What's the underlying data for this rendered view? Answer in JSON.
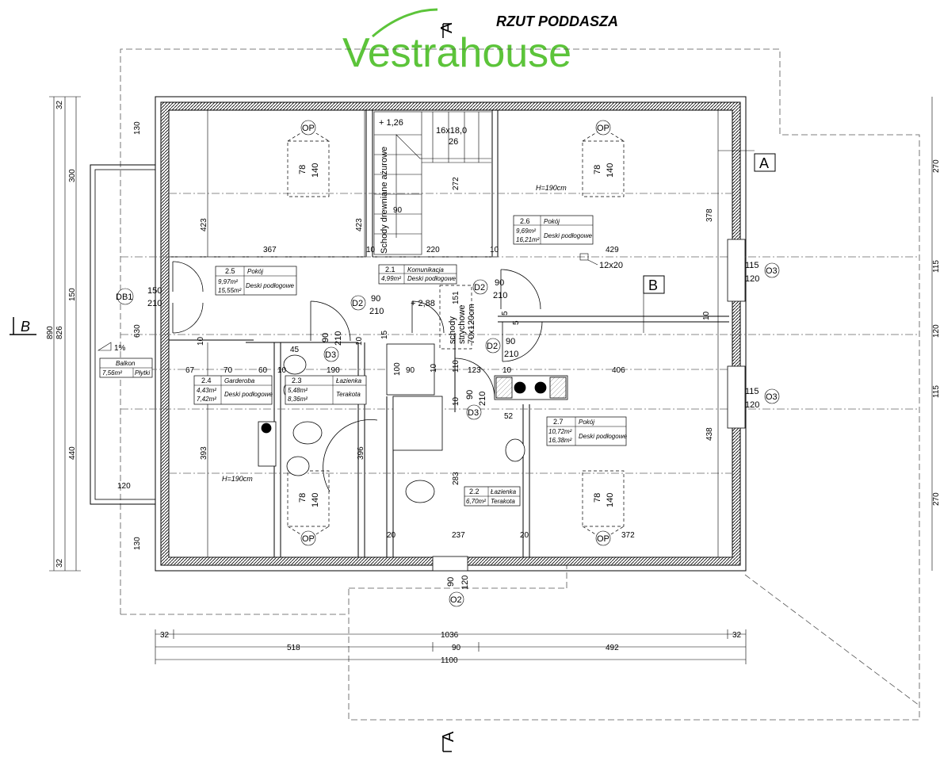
{
  "header": {
    "brand": "Vestrahouse",
    "title": "RZUT PODDASZA",
    "brand_color": "#5cc43a"
  },
  "sections": {
    "A_top": "A",
    "A_bottom": "A",
    "B_left": "B"
  },
  "axes": {
    "A": "A",
    "B": "B"
  },
  "rooms": [
    {
      "id": "2.5",
      "name": "Pokój",
      "area": "9,97m²",
      "area2": "15,55m²",
      "floor": "Deski podłogowe"
    },
    {
      "id": "2.1",
      "name": "Komunikacja",
      "area": "4,99m²",
      "floor": "Deski podłogowe"
    },
    {
      "id": "2.6",
      "name": "Pokój",
      "area": "9,69m²",
      "area2": "16,21m²",
      "floor": "Deski podłogowe"
    },
    {
      "id": "2.4",
      "name": "Garderoba",
      "area": "4,43m²",
      "area2": "7,42m²",
      "floor": "Deski podłogowe"
    },
    {
      "id": "2.3",
      "name": "Łazienka",
      "area": "5,48m²",
      "area2": "8,36m²",
      "floor": "Terakota"
    },
    {
      "id": "2.7",
      "name": "Pokój",
      "area": "10,72m²",
      "area2": "16,38m²",
      "floor": "Deski podłogowe"
    },
    {
      "id": "2.2",
      "name": "Łazienka",
      "area": "6,70m²",
      "floor": "Terakota"
    },
    {
      "id": "Balkon",
      "name": "Balkon",
      "area": "7,56m²",
      "floor": "Płytki"
    }
  ],
  "stairs": {
    "label": "Schody drewniane ażurowe",
    "steps": "16x18,0",
    "count": "26",
    "level": "+ 1,26",
    "attic_label_1": "schody",
    "attic_label_2": "strychowe",
    "attic_size": "70x120cm",
    "level2": "+ 2,88"
  },
  "heights": {
    "h1": "H=190cm",
    "h2": "H=190cm"
  },
  "slope": "1%",
  "duct": "12x20",
  "doors": {
    "DB1": "DB1",
    "D2": "D2",
    "D3": "D3",
    "O2": "O2",
    "O3": "O3",
    "OP": "OP"
  },
  "dims": {
    "bottom_32": "32",
    "bottom_1036": "1036",
    "bottom_518": "518",
    "bottom_90": "90",
    "bottom_492": "492",
    "bottom_1100": "1100",
    "left_32": "32",
    "left_130": "130",
    "left_300": "300",
    "left_150": "150",
    "left_630": "630",
    "left_440": "440",
    "left_890": "890",
    "left_826": "826",
    "right_270": "270",
    "right_115": "115",
    "right_120": "120",
    "d367": "367",
    "d423": "423",
    "d220": "220",
    "d429": "429",
    "d272": "272",
    "d378": "378",
    "d90": "90",
    "d10": "10",
    "d151": "151",
    "d15": "15",
    "d45": "45",
    "d190": "190",
    "d67": "67",
    "d70": "70",
    "d60": "60",
    "d100": "100",
    "d110": "110",
    "d123": "123",
    "d406": "406",
    "d52": "52",
    "d393": "393",
    "d396": "396",
    "d283": "283",
    "d438": "438",
    "d20": "20",
    "d237": "237",
    "d372": "372",
    "d78": "78",
    "d140": "140",
    "d210": "210",
    "d5": "5",
    "d150": "150",
    "d120": "120"
  }
}
